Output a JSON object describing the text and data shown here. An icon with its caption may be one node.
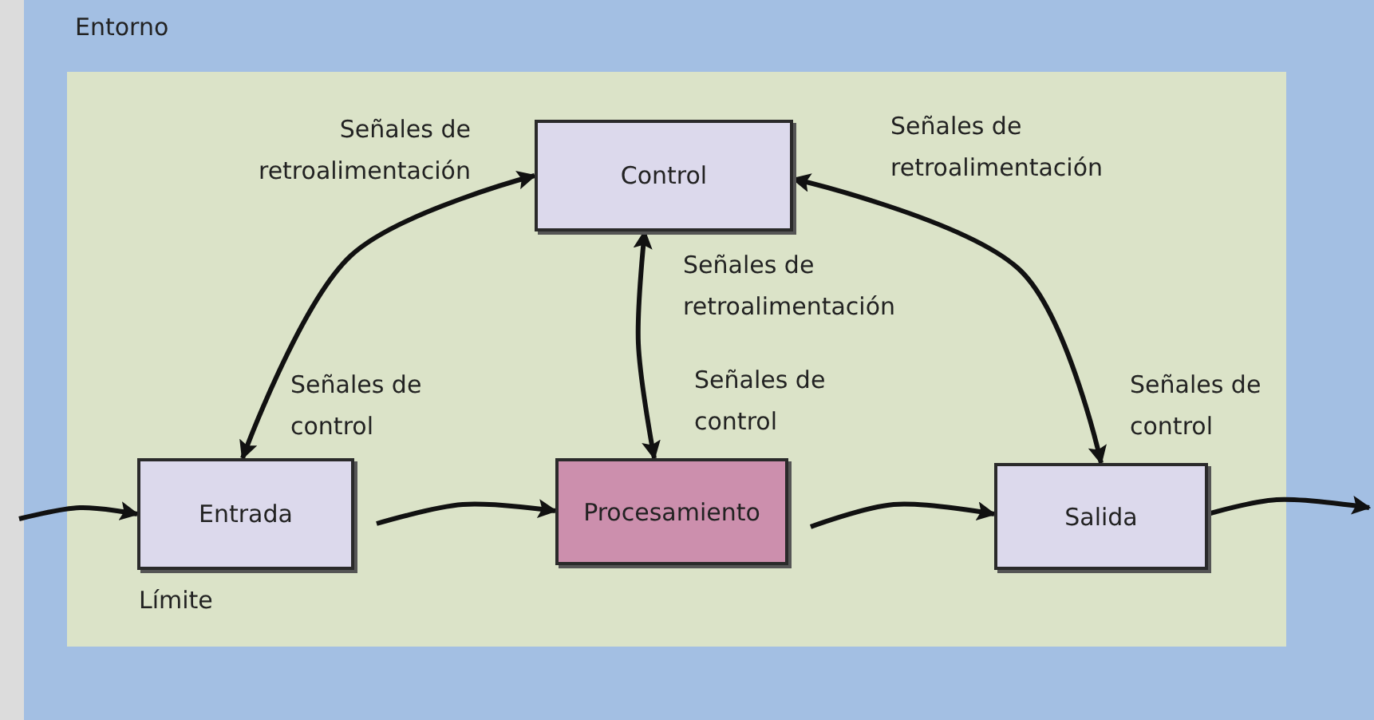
{
  "diagram": {
    "nodes": [
      {
        "text": [
          "Entorno"
        ]
      },
      {
        "text": [
          "Límite"
        ],
        "in": 0
      },
      {
        "text": [
          "Control"
        ],
        "in": 1
      },
      {
        "text": [
          "Entrada"
        ],
        "in": 1
      },
      {
        "text": [
          "Procesamiento"
        ],
        "in": 1
      },
      {
        "text": [
          "Salida"
        ],
        "in": 1
      }
    ],
    "edges": [
      {
        "from": null,
        "to": 3,
        "arrow": "to"
      },
      {
        "from": 3,
        "to": 4,
        "arrow": "to"
      },
      {
        "from": 4,
        "to": 5,
        "arrow": "to"
      },
      {
        "from": 5,
        "to": null,
        "arrow": "to"
      },
      {
        "from": 2,
        "to": 3,
        "arrow": "both"
      },
      {
        "from": 2,
        "to": 4,
        "arrow": "both"
      },
      {
        "from": 2,
        "to": 5,
        "arrow": "both"
      }
    ],
    "labels": [
      "Señales de retroalimentación",
      "Señales de retroalimentación",
      "Señales de retroalimentación",
      "Señales de control",
      "Señales de control",
      "Señales de control"
    ]
  }
}
